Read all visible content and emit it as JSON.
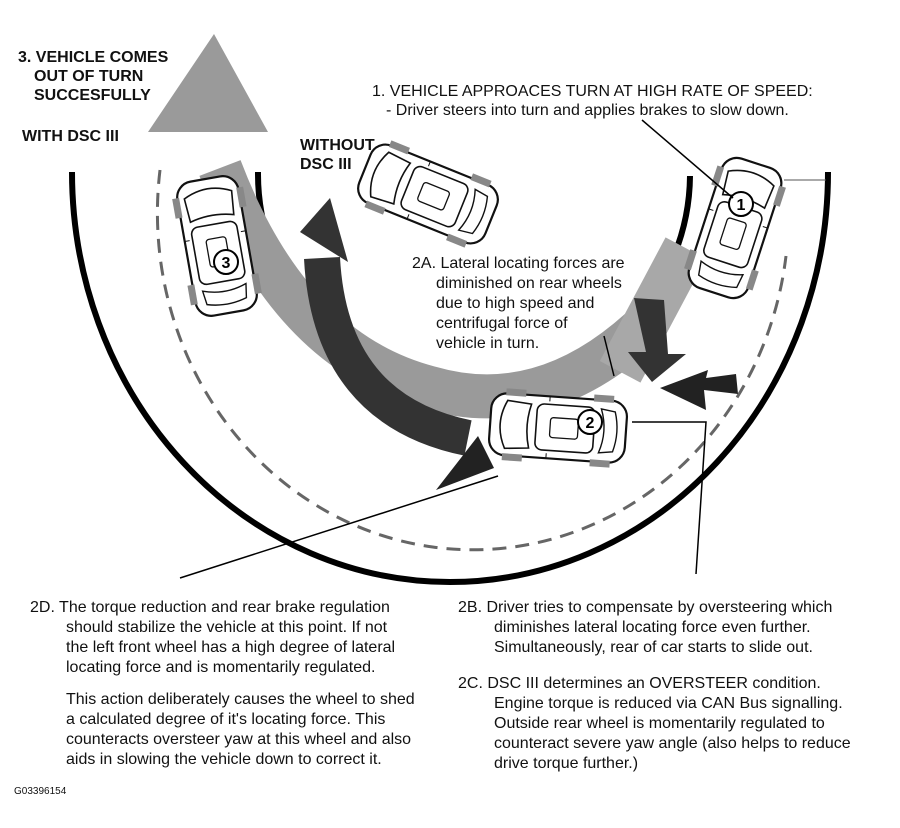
{
  "labels": {
    "vehicle_comes_out": [
      "3. VEHICLE COMES",
      "OUT OF TURN",
      "SUCCESFULLY"
    ],
    "with_dsc": "WITH DSC III",
    "without_dsc": [
      "WITHOUT",
      "DSC III"
    ],
    "step1": [
      "1. VEHICLE APPROACES TURN AT HIGH RATE OF SPEED:",
      "- Driver steers into turn and applies brakes to slow down."
    ],
    "step2a": [
      "2A. Lateral locating forces are",
      "diminished on rear wheels",
      "due to high speed and",
      "centrifugal force of",
      "vehicle in turn."
    ],
    "car_numbers": [
      "1",
      "2",
      "3"
    ]
  },
  "paragraphs": {
    "p2d": [
      "2D. The torque reduction and rear brake regulation",
      "should stabilize the vehicle at this point. If not",
      "the left front wheel has a high degree of lateral",
      "locating force and is momentarily regulated."
    ],
    "p2d_extra": [
      "This action deliberately causes the wheel to shed",
      "a calculated degree of it's locating force. This",
      "counteracts oversteer yaw at this wheel and also",
      "aids in slowing the vehicle down to correct it."
    ],
    "p2b": [
      "2B. Driver tries to compensate by oversteering which",
      "diminishes lateral locating force even further.",
      "Simultaneously, rear of car starts to slide out."
    ],
    "p2c": [
      "2C. DSC III determines an OVERSTEER condition.",
      "Engine torque is reduced via CAN Bus signalling.",
      "Outside rear wheel is momentarily regulated to",
      "counteract severe yaw angle (also helps to reduce",
      "drive torque further.)"
    ]
  },
  "figure_code": "G03396154"
}
